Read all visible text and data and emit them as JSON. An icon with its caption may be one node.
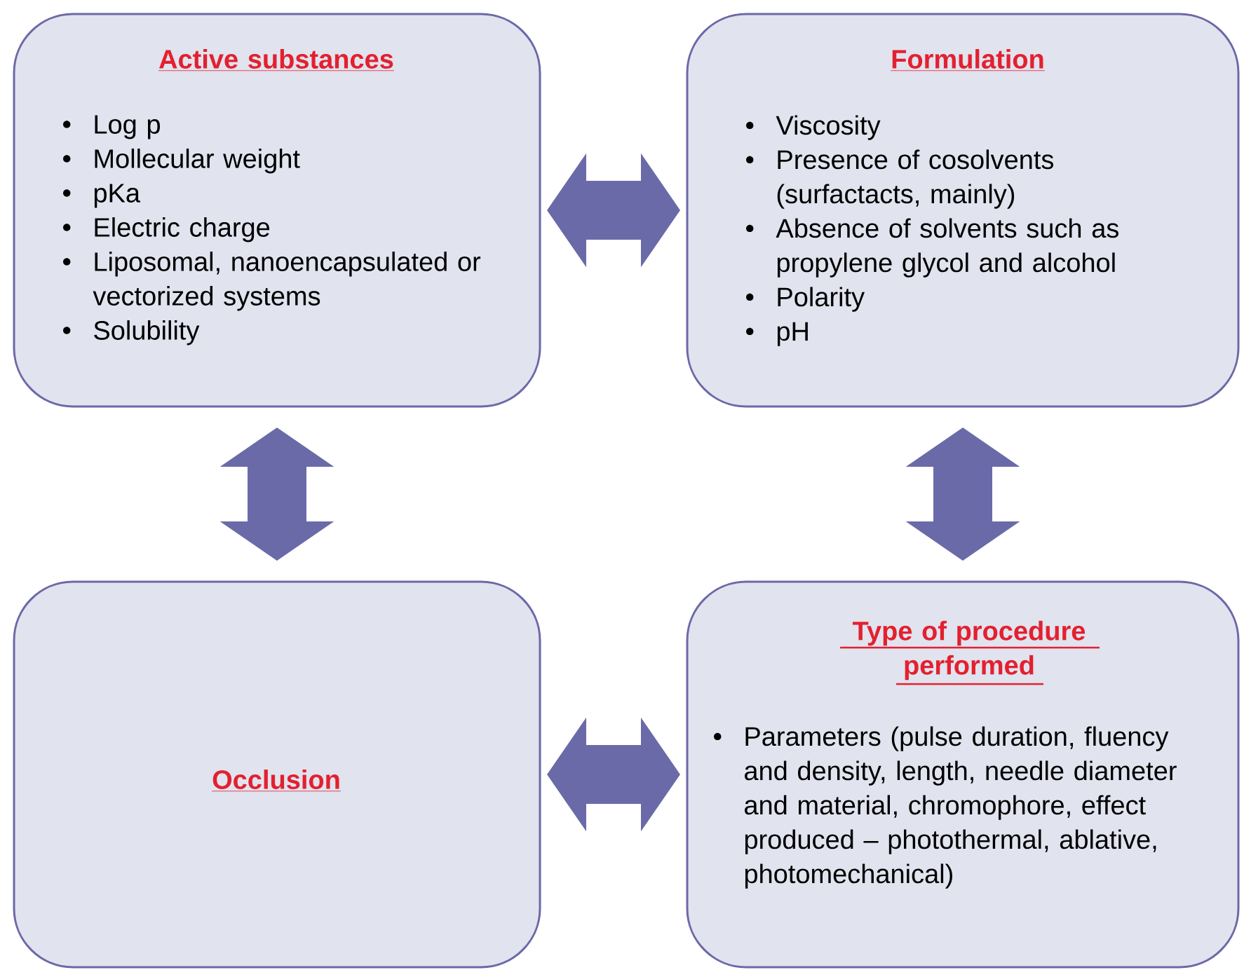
{
  "diagram": {
    "nodes": [
      {
        "text": [
          "Active substances",
          "Log p",
          "Mollecular weight",
          "pKa",
          "Electric charge",
          "Liposomal, nanoencapsulated or vectorized systems",
          "Solubility"
        ]
      },
      {
        "text": [
          "Formulation",
          "Viscosity",
          "Presence of cosolvents (surfactacts, mainly)",
          "Absence of solvents such as propylene glycol and alcohol",
          "Polarity",
          "pH"
        ]
      },
      {
        "text": [
          "Occlusion"
        ]
      },
      {
        "text": [
          "Type of procedure performed",
          "Parameters (pulse duration, fluency and density, length, needle diameter and material, chromophore, effect produced – photothermal, ablative, photomechanical)"
        ]
      }
    ],
    "edges": [
      {
        "from": 0,
        "to": 1,
        "arrow": "both"
      },
      {
        "from": 0,
        "to": 2,
        "arrow": "both"
      },
      {
        "from": 1,
        "to": 3,
        "arrow": "both"
      },
      {
        "from": 2,
        "to": 3,
        "arrow": "both"
      }
    ]
  }
}
